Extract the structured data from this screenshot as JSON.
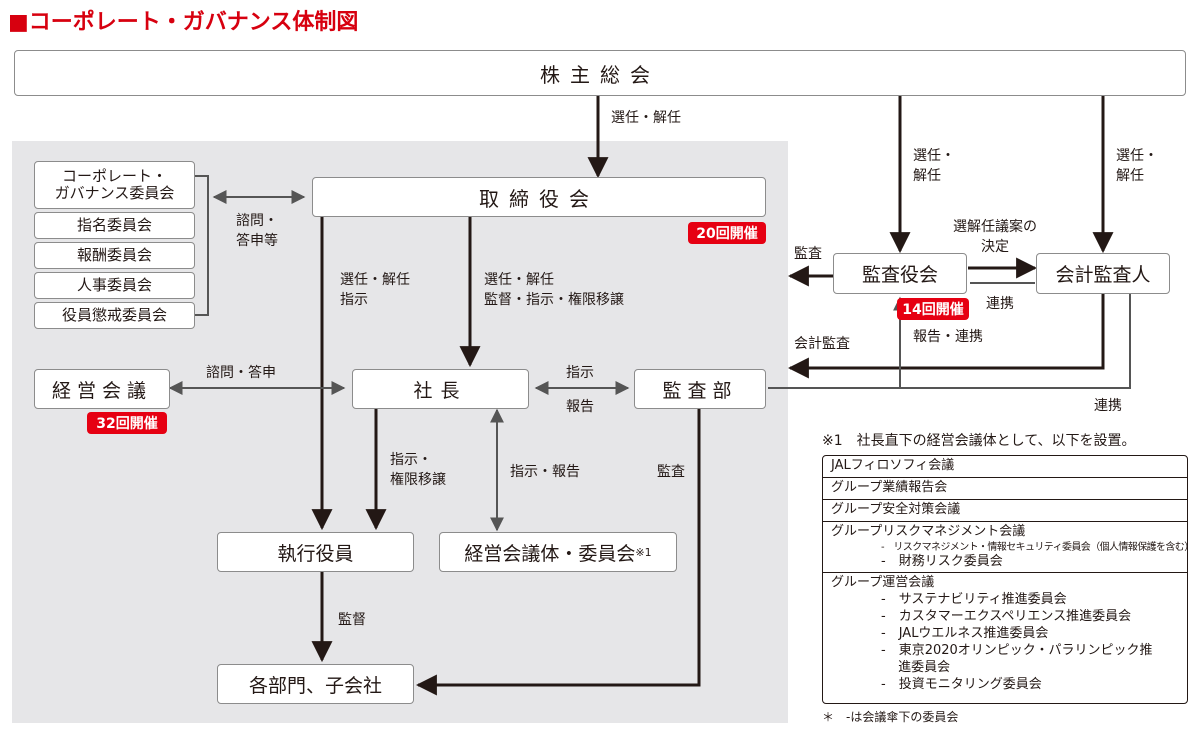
{
  "title": "■コーポレート・ガバナンス体制図",
  "boxes": {
    "shareholders": "株主総会",
    "board": "取締役会",
    "committee_cg": "コーポレート・\nガバナンス委員会",
    "committee_nomination": "指名委員会",
    "committee_compensation": "報酬委員会",
    "committee_personnel": "人事委員会",
    "committee_discipline": "役員懲戒委員会",
    "mgmt_meeting": "経営会議",
    "president": "社長",
    "audit_dept": "監査部",
    "auditors": "監査役会",
    "accounting_auditor": "会計監査人",
    "officers": "執行役員",
    "mgmt_bodies": "経営会議体・委員会",
    "mgmt_bodies_sup": "※1",
    "departments": "各部門、子会社"
  },
  "badges": {
    "board": "20回開催",
    "auditors": "14回開催",
    "mgmt_meeting": "32回開催"
  },
  "labels": {
    "elect_dismiss_board": "選任・解任",
    "elect_dismiss_auditors": "選任・\n解任",
    "elect_dismiss_accountant": "選任・\n解任",
    "consult_board": "諮問・\n答申等",
    "board_to_officers": "選任・解任\n指示",
    "board_to_president": "選任・解任\n監督・指示・権限移譲",
    "consult_mgmt": "諮問・答申",
    "instruct": "指示",
    "report": "報告",
    "pres_to_officers": "指示・\n権限移譲",
    "instruct_report": "指示・報告",
    "audit_depts": "監査",
    "supervise": "監督",
    "audit_board": "監査",
    "proposal": "選解任議案の\n決定",
    "coop_auditors": "連携",
    "accounting_audit": "会計監査",
    "report_coop": "報告・連携",
    "coop_audit_dept": "連携"
  },
  "note1": "※1　社長直下の経営会議体として、以下を設置。",
  "frame_rows": [
    {
      "title": "JALフィロソフィ会議",
      "subs": []
    },
    {
      "title": "グループ業績報告会",
      "subs": []
    },
    {
      "title": "グループ安全対策会議",
      "subs": []
    },
    {
      "title": "グループリスクマネジメント会議",
      "subs": [
        {
          "text": "-　リスクマネジメント・情報セキュリティ委員会（個人情報保護を含む）",
          "tiny": true
        },
        {
          "text": "-　財務リスク委員会",
          "tiny": false
        }
      ]
    },
    {
      "title": "グループ運営会議",
      "subs": [
        {
          "text": "-　サステナビリティ推進委員会",
          "tiny": false
        },
        {
          "text": "-　カスタマーエクスペリエンス推進委員会",
          "tiny": false
        },
        {
          "text": "-　JALウエルネス推進委員会",
          "tiny": false
        },
        {
          "text": "-　東京2020オリンピック・パラリンピック推",
          "tiny": false
        },
        {
          "text": "　 進委員会",
          "tiny": false
        },
        {
          "text": "-　投資モニタリング委員会",
          "tiny": false
        }
      ]
    }
  ],
  "note2": "＊　-は会議傘下の委員会"
}
